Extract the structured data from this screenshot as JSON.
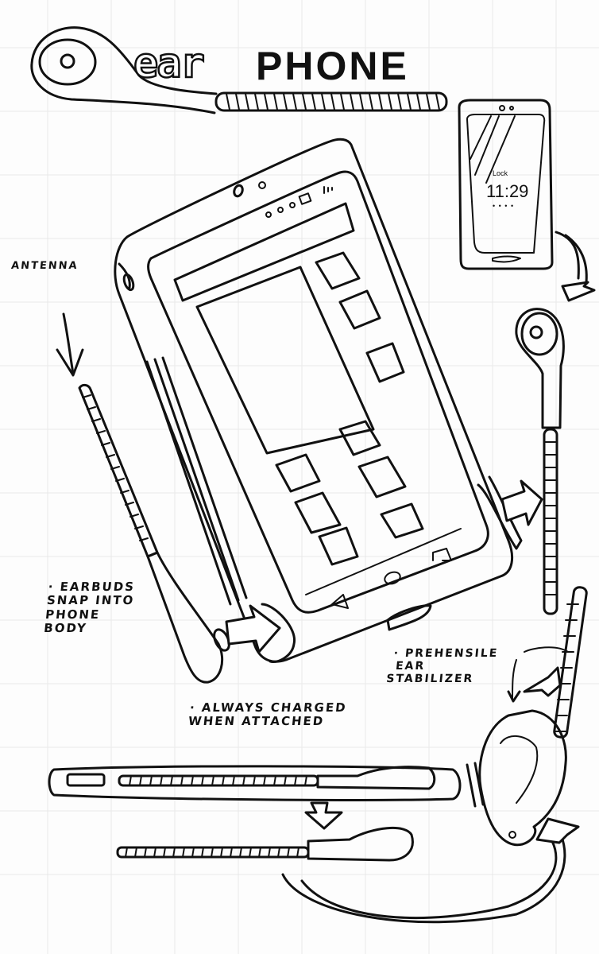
{
  "sheet": {
    "title": {
      "part1": "ear",
      "part2": "PHONE"
    },
    "ink_color": "#111111",
    "paper_color": "#fdfdfd",
    "annotations": {
      "antenna": "ANTENNA",
      "earbuds": [
        "· EARBUDS",
        "SNAP INTO",
        "PHONE",
        "BODY"
      ],
      "prehensile": [
        "· PREHENSILE",
        "EAR",
        "STABILIZER"
      ],
      "charged": [
        "· ALWAYS CHARGED",
        "WHEN ATTACHED"
      ]
    },
    "small_phone": {
      "lock_label": "Lock",
      "time": "11:29",
      "indicator": "• • • •"
    },
    "icons": [
      "earphone-icon",
      "phone-main-sketch",
      "phone-small-sketch",
      "earbud-vertical-sketch",
      "antenna-earbud-sketch",
      "ear-sketch",
      "phone-side-profile-sketch",
      "earbud-detached-sketch"
    ]
  }
}
